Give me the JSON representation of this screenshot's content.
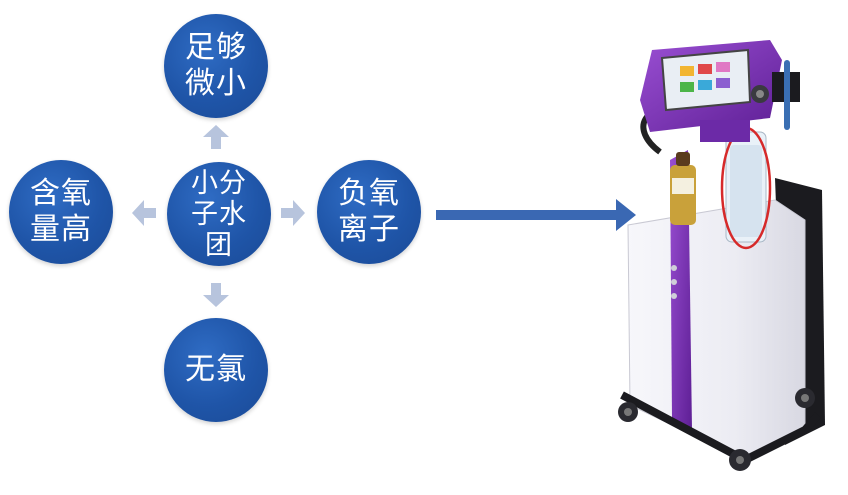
{
  "center": {
    "label": "小分子水团"
  },
  "nodes": {
    "top": "足够微小",
    "left": "含氧量高",
    "right": "负氧离子",
    "bottom": "无氯"
  },
  "colors": {
    "circle": "#1f55a8",
    "small_arrow": "#b7c4dd",
    "big_arrow": "#3a68b3",
    "machine_purple": "#7b2fb8",
    "highlight_ring": "#d62a2a"
  }
}
